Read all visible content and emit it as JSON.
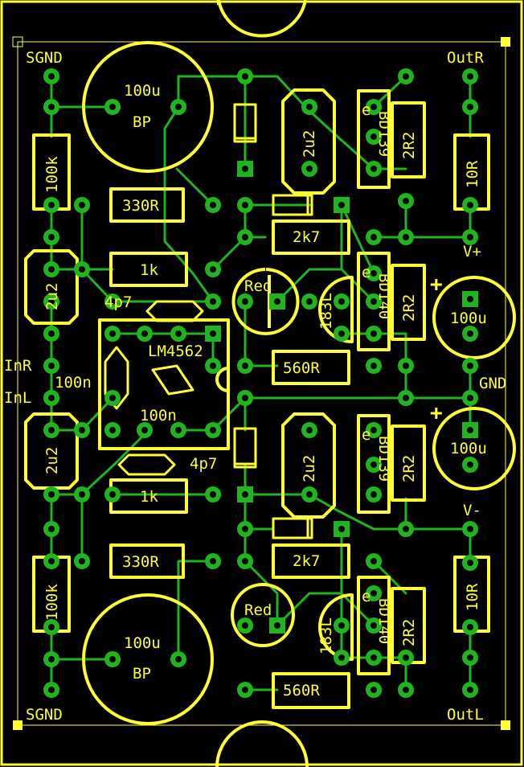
{
  "colors": {
    "background": "#000000",
    "silk": "#ffff33",
    "trace": "#1fb51f",
    "pad": "#1fb51f",
    "hole": "#000000"
  },
  "labels": {
    "sgnd_top": "SGND",
    "sgnd_bottom": "SGND",
    "outr": "OutR",
    "outl": "OutL",
    "inr": "InR",
    "inl": "InL",
    "gnd": "GND",
    "vplus": "V+",
    "vminus": "V-",
    "ic": "LM4562",
    "plus_top": "+",
    "plus_bottom": "+"
  },
  "components": {
    "cap_bp_top": "100u",
    "cap_bp_top_sub": "BP",
    "cap_bp_bottom": "100u",
    "cap_bp_bottom_sub": "BP",
    "r_100k_top": "100k",
    "r_100k_bottom": "100k",
    "r_330_top": "330R",
    "r_330_bottom": "330R",
    "r_1k_top": "1k",
    "r_1k_bottom": "1k",
    "c_2u2_left_top": "2u2",
    "c_2u2_left_bottom": "2u2",
    "c_2u2_mid_top": "2u2",
    "c_2u2_mid_bottom": "2u2",
    "c_4p7_top": "4p7",
    "c_4p7_bottom": "4p7",
    "c_100n_a": "100n",
    "c_100n_b": "100n",
    "r_2k7_top": "2k7",
    "r_2k7_bottom": "2k7",
    "led_top": "Red",
    "led_bottom": "Red",
    "d_183l_top": "183L",
    "d_183l_bottom": "183L",
    "r_560_top": "560R",
    "r_560_bottom": "560R",
    "t_bd139_top": "BD139",
    "t_bd140_top": "BD140",
    "t_bd139_bottom": "BD139",
    "t_bd140_bottom": "BD140",
    "t_e1": "e",
    "t_e2": "e",
    "t_e3": "e",
    "t_e4": "e",
    "r_2r2_1": "2R2",
    "r_2r2_2": "2R2",
    "r_2r2_3": "2R2",
    "r_2r2_4": "2R2",
    "r_10r_top": "10R",
    "r_10r_bottom": "10R",
    "cap_100u_top": "100u",
    "cap_100u_bottom": "100u"
  }
}
